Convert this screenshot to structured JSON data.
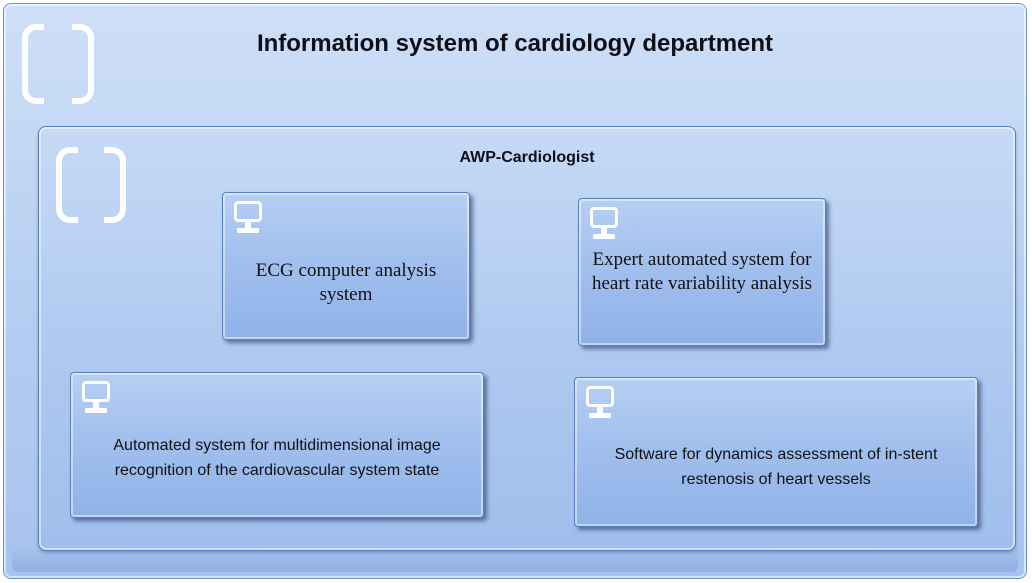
{
  "diagram": {
    "system": {
      "title": "Information system of cardiology department",
      "icon": "component-icon"
    },
    "component": {
      "title": "AWP-Cardiologist",
      "icon": "component-icon"
    },
    "nodes": [
      {
        "label": "ECG computer analysis system",
        "icon": "monitor-icon"
      },
      {
        "label": "Expert automated system for heart rate variability analysis",
        "icon": "monitor-icon"
      },
      {
        "label": "Automated system for multidimensional image recognition of the cardiovascular system state",
        "icon": "monitor-icon"
      },
      {
        "label": "Software for dynamics assessment of in-stent restenosis of heart vessels",
        "icon": "monitor-icon"
      }
    ]
  }
}
